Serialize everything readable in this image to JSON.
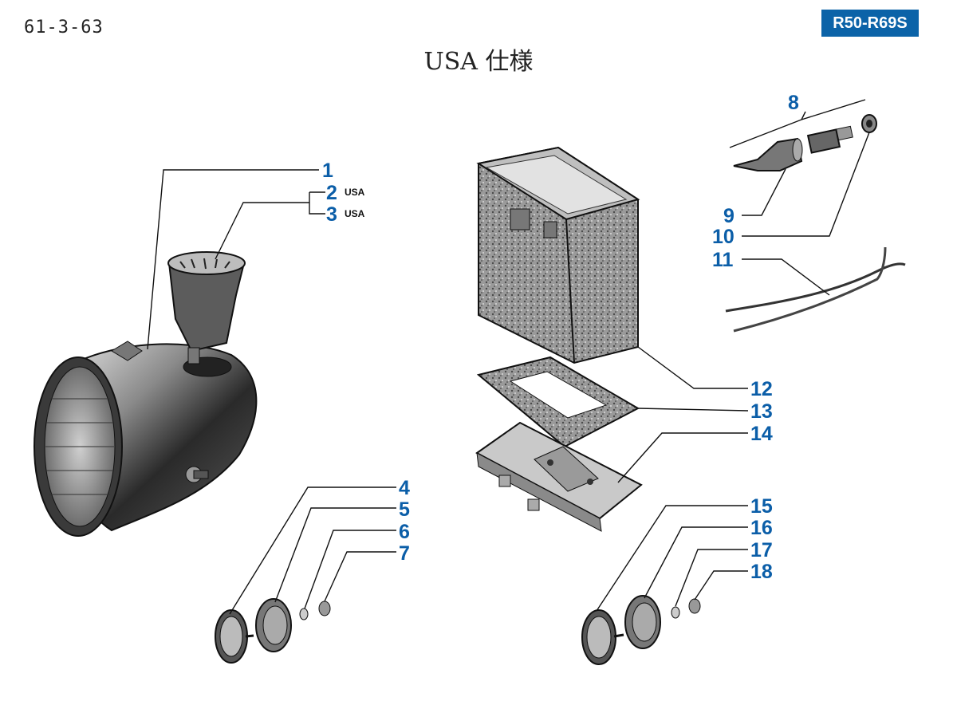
{
  "page_code": "61-3-63",
  "model_badge": "R50-R69S",
  "title": "USA 仕様",
  "callouts": [
    {
      "num": "1",
      "note": ""
    },
    {
      "num": "2",
      "note": "USA"
    },
    {
      "num": "3",
      "note": "USA"
    },
    {
      "num": "4",
      "note": ""
    },
    {
      "num": "5",
      "note": ""
    },
    {
      "num": "6",
      "note": ""
    },
    {
      "num": "7",
      "note": ""
    },
    {
      "num": "8",
      "note": ""
    },
    {
      "num": "9",
      "note": ""
    },
    {
      "num": "10",
      "note": ""
    },
    {
      "num": "11",
      "note": ""
    },
    {
      "num": "12",
      "note": ""
    },
    {
      "num": "13",
      "note": ""
    },
    {
      "num": "14",
      "note": ""
    },
    {
      "num": "15",
      "note": ""
    },
    {
      "num": "16",
      "note": ""
    },
    {
      "num": "17",
      "note": ""
    },
    {
      "num": "18",
      "note": ""
    }
  ],
  "colors": {
    "callout": "#0b5ea8",
    "badge": "#0b63a8"
  }
}
